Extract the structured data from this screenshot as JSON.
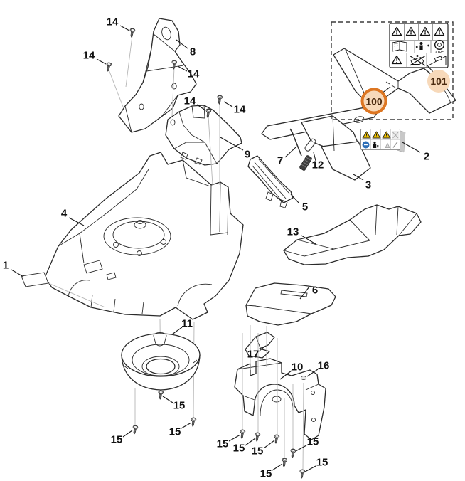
{
  "diagram": {
    "kind": "exploded-parts-diagram",
    "description": "Lawn mower housing exploded view with numbered callouts"
  },
  "callouts": {
    "1": "1",
    "2": "2",
    "3": "3",
    "4": "4",
    "5": "5",
    "6": "6",
    "7": "7",
    "8": "8",
    "9": "9",
    "10": "10",
    "11": "11",
    "12": "12",
    "13": "13",
    "14": "14",
    "15": "15",
    "16": "16",
    "17": "17",
    "100": "100",
    "101": "101"
  },
  "stickers": {
    "stop_label": "STOP",
    "label_2_icons": [
      "warning-triangle",
      "warning-triangle",
      "warning-triangle",
      "blade-crossed",
      "blue-circle",
      "person",
      "small-triangle",
      "tool"
    ],
    "label_101_icons": [
      "warning-triangle",
      "warning-triangle",
      "warning-triangle",
      "warning-triangle",
      "read-manual",
      "keep-bystanders-away",
      "stop",
      "warning-triangle",
      "no-riders-mower",
      "slope-mower"
    ]
  },
  "colors": {
    "line": "#2b2b2b",
    "guide": "#b5b5b5",
    "badge_ring": "#dd7622",
    "badge_fill": "#f7d9ba",
    "badge_text": "#4a2a10",
    "warning_yellow": "#f2c400",
    "info_blue": "#2e6fb7",
    "sticker_gray": "#c8c8c8"
  }
}
